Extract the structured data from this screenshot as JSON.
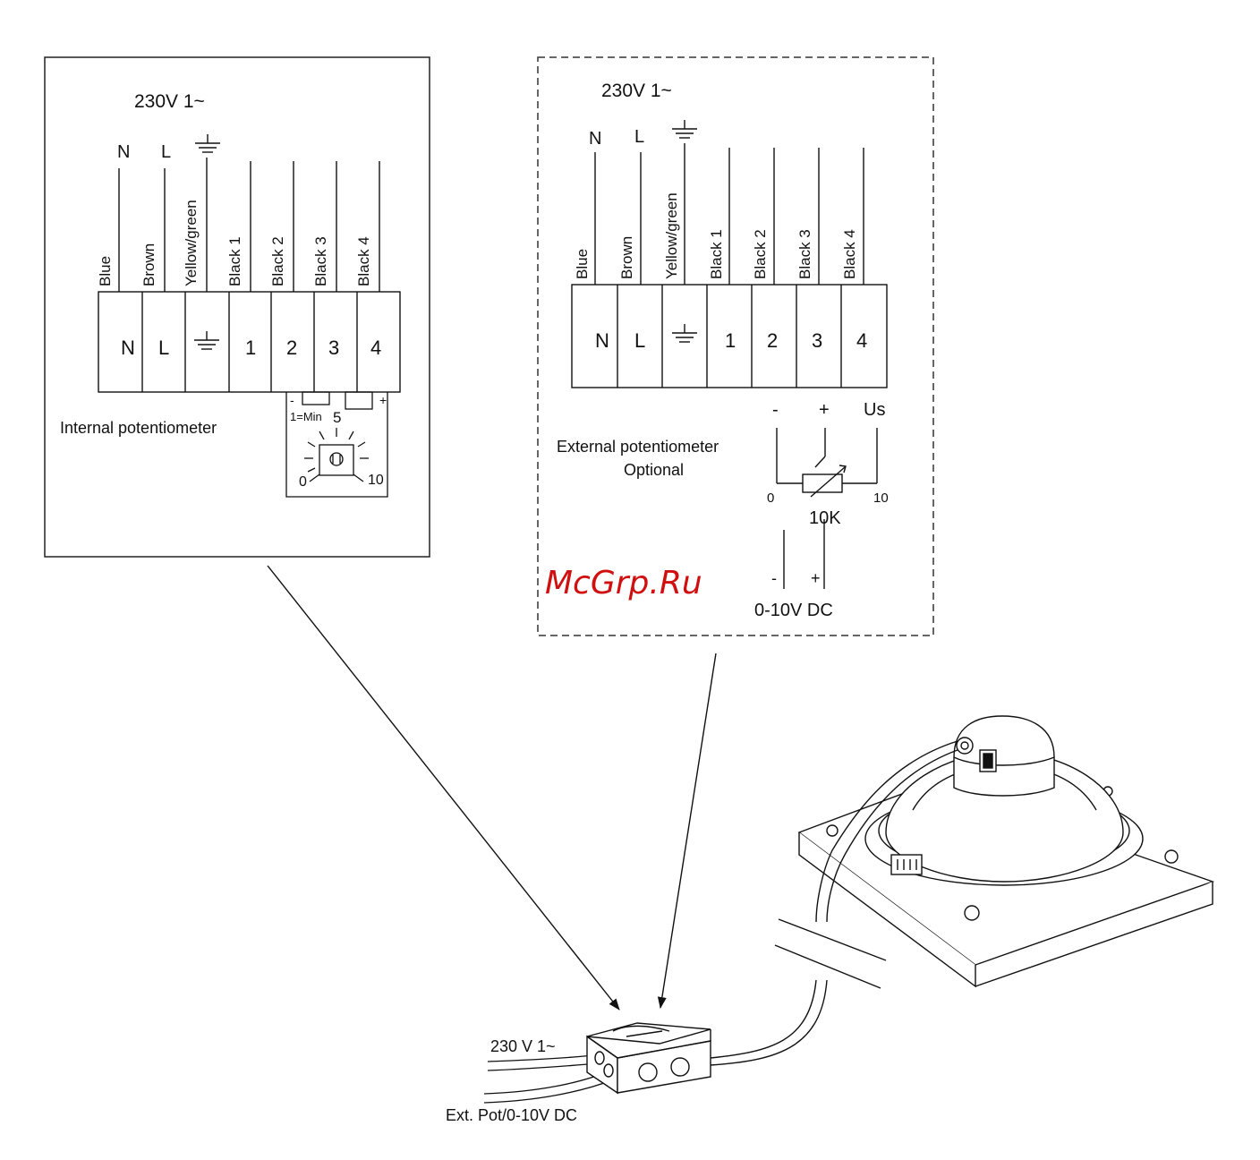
{
  "internal_panel": {
    "supply": "230V 1~",
    "top_labels": [
      "N",
      "L"
    ],
    "wires": [
      "Blue",
      "Brown",
      "Yellow/green",
      "Black 1",
      "Black 2",
      "Black 3",
      "Black 4"
    ],
    "terminals": [
      "N",
      "L",
      "",
      "1",
      "2",
      "3",
      "4"
    ],
    "potentiometer_label": "Internal  potentiometer",
    "minus": "-",
    "plus": "+",
    "min_label": "1=Min",
    "mid_label": "5",
    "dial_min": "0",
    "dial_max": "10"
  },
  "external_panel": {
    "supply": "230V 1~",
    "top_labels": [
      "N",
      "L"
    ],
    "wires": [
      "Blue",
      "Brown",
      "Yellow/green",
      "Black 1",
      "Black 2",
      "Black 3",
      "Black 4"
    ],
    "terminals": [
      "N",
      "L",
      "",
      "1",
      "2",
      "3",
      "4"
    ],
    "minus": "-",
    "plus": "+",
    "us": "Us",
    "pot_title": "External potentiometer",
    "pot_sub": "Optional",
    "scale_min": "0",
    "scale_max": "10",
    "resistance": "10K",
    "dc_minus": "-",
    "dc_plus": "+",
    "dc_label": "0-10V DC"
  },
  "watermark": "McGrp.Ru",
  "junction_box": {
    "supply_label": "230 V 1~",
    "ext_label": "Ext. Pot/0-10V DC"
  }
}
